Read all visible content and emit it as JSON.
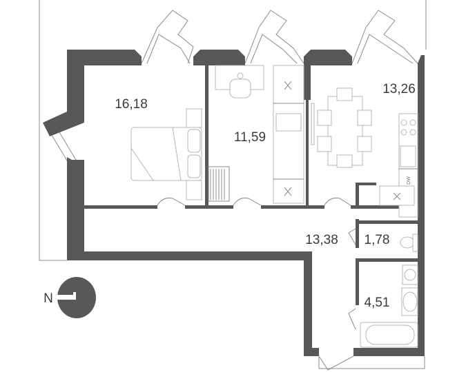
{
  "plan": {
    "rooms": [
      {
        "name": "bedroom",
        "area": "16,18"
      },
      {
        "name": "study",
        "area": "11,59"
      },
      {
        "name": "kitchen-dining",
        "area": "13,26"
      },
      {
        "name": "corridor",
        "area": "13,38"
      },
      {
        "name": "toilet",
        "area": "1,78"
      },
      {
        "name": "bathroom",
        "area": "4,51"
      }
    ],
    "appliance_label": "DW",
    "compass_label": "N",
    "colors": {
      "wall": "#58585a",
      "fixture": "#b5b5b5",
      "outline": "#8a8a8a"
    }
  }
}
